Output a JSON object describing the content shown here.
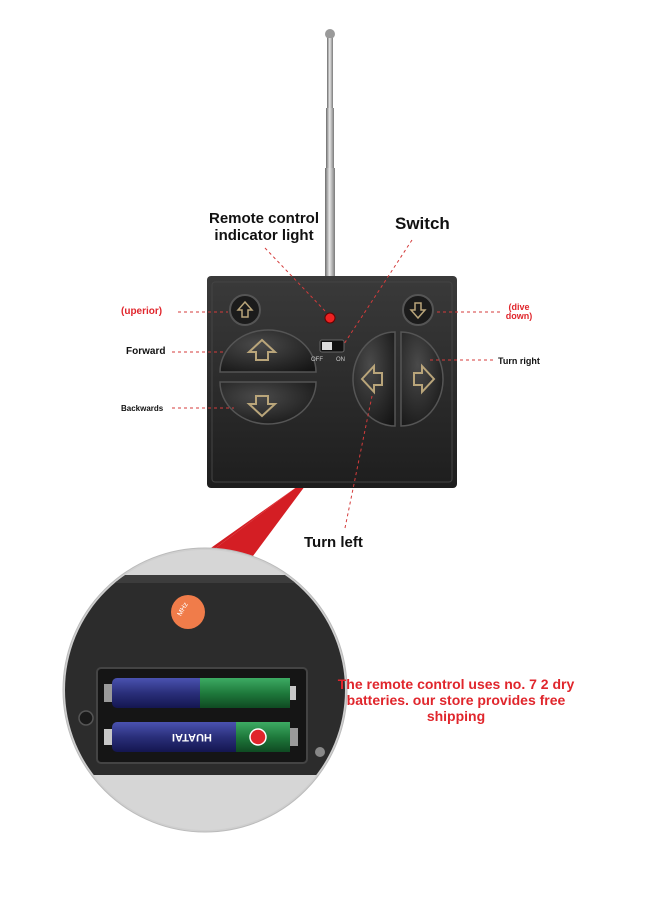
{
  "labels": {
    "indicator_line1": "Remote control",
    "indicator_line2": "indicator light",
    "switch": "Switch",
    "uperior": "(uperior)",
    "dive_line1": "(dive",
    "dive_line2": "down)",
    "forward": "Forward",
    "backwards": "Backwards",
    "turn_right": "Turn right",
    "turn_left": "Turn left"
  },
  "switch_marks": {
    "off": "OFF",
    "on": "ON"
  },
  "battery_note": "The remote control uses no. 7 2 dry batteries. our store provides free shipping",
  "battery_brand": "HUATAI",
  "sticker_text": "MHz",
  "colors": {
    "accent_red": "#e0262c",
    "remote_body": "#2b2b2b",
    "button_gold": "#b9a57a",
    "battery_blue": "#2a2f7a",
    "battery_green": "#1f7a3c"
  }
}
